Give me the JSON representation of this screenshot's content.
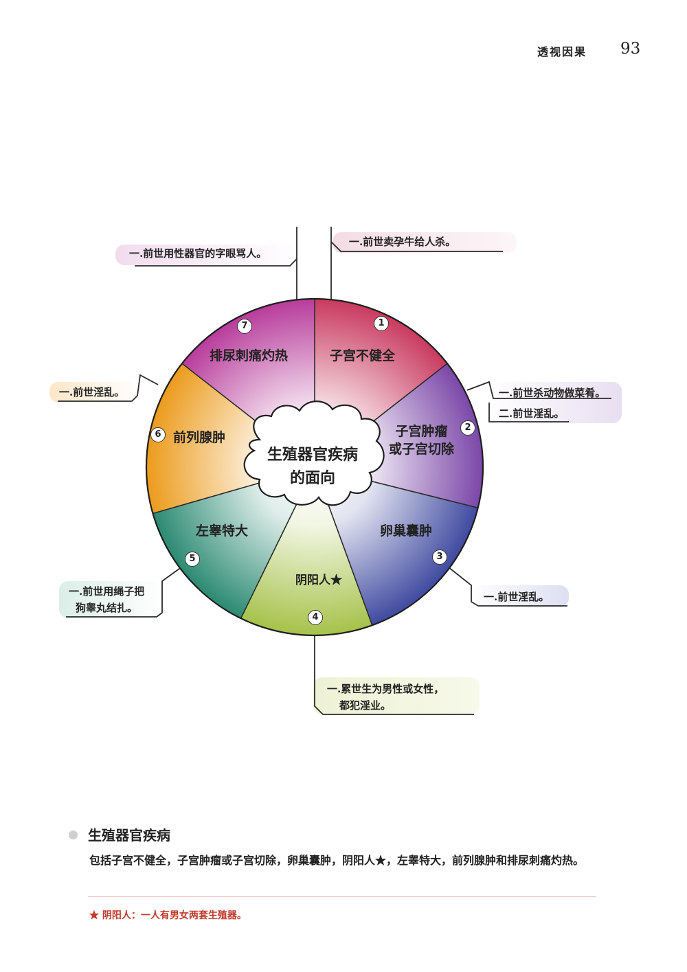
{
  "header": {
    "title": "透视因果",
    "page_number": "93"
  },
  "diagram": {
    "center": [
      "生殖器官疾病",
      "的面向"
    ],
    "segments": [
      {
        "num": "1",
        "label": [
          "子宫不健全"
        ],
        "color": "#c93a5f"
      },
      {
        "num": "2",
        "label": [
          "子宫肿瘤",
          "或子宫切除"
        ],
        "color": "#7b47a8"
      },
      {
        "num": "3",
        "label": [
          "卵巢囊肿"
        ],
        "color": "#3f4aa0"
      },
      {
        "num": "4",
        "label": [
          "阴阳人★"
        ],
        "color": "#a6c24a"
      },
      {
        "num": "5",
        "label": [
          "左睾特大"
        ],
        "color": "#2b8a72"
      },
      {
        "num": "6",
        "label": [
          "前列腺肿"
        ],
        "color": "#ec9b1c"
      },
      {
        "num": "7",
        "label": [
          "排尿刺痛灼热"
        ],
        "color": "#b83c9b"
      }
    ],
    "causes": {
      "seg1": [
        "一.前世卖孕牛给人杀。"
      ],
      "seg2": [
        "一.前世杀动物做菜肴。",
        "二.前世淫乱。"
      ],
      "seg3": [
        "一.前世淫乱。"
      ],
      "seg4": [
        "一.累世生为男性或女性，",
        "都犯淫业。"
      ],
      "seg5": [
        "一.前世用绳子把",
        "狗睾丸结扎。"
      ],
      "seg6": [
        "一.前世淫乱。"
      ],
      "seg7": [
        "一.前世用性器官的字眼骂人。"
      ]
    }
  },
  "section": {
    "title": "生殖器官疾病",
    "body": "包括子宫不健全，子宫肿瘤或子宫切除，卵巢囊肿，阴阳人★，左睾特大，前列腺肿和排尿刺痛灼热。",
    "footnote": "★ 阴阳人：一人有男女两套生殖器。"
  }
}
